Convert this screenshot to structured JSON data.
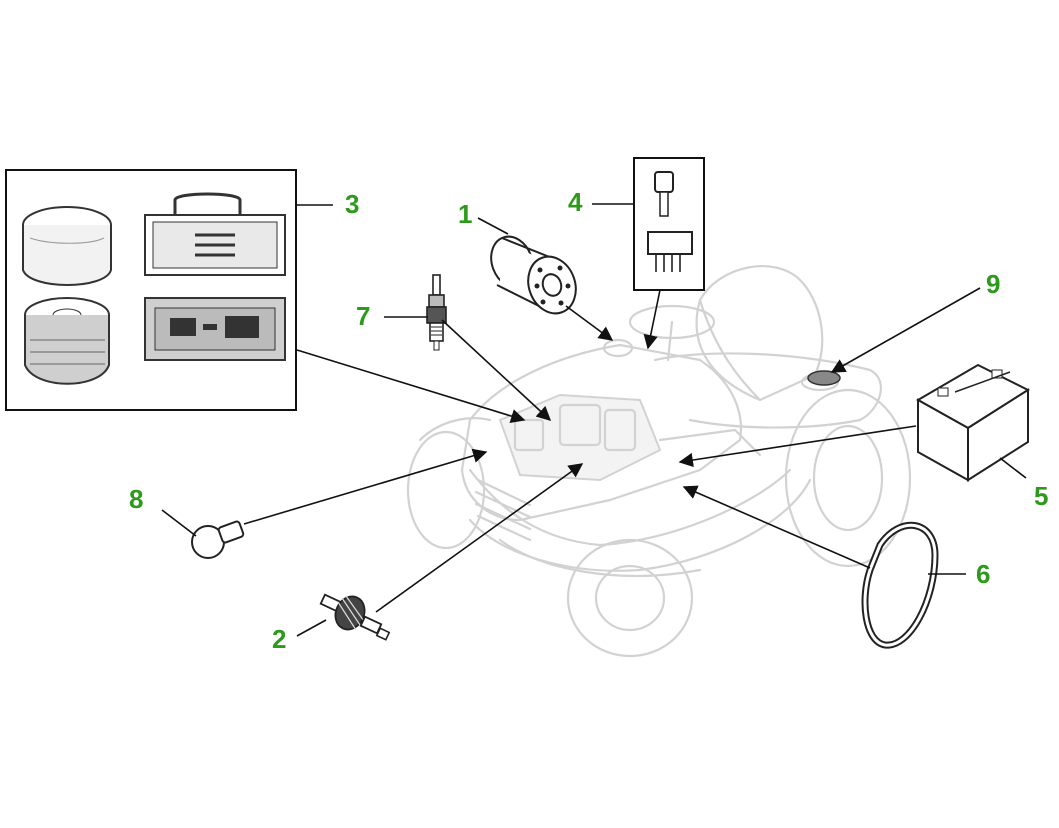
{
  "diagram": {
    "accent_color": "#2e9a1c",
    "callouts": [
      {
        "id": "1",
        "label": "1"
      },
      {
        "id": "2",
        "label": "2"
      },
      {
        "id": "3",
        "label": "3"
      },
      {
        "id": "4",
        "label": "4"
      },
      {
        "id": "5",
        "label": "5"
      },
      {
        "id": "6",
        "label": "6"
      },
      {
        "id": "7",
        "label": "7"
      },
      {
        "id": "8",
        "label": "8"
      },
      {
        "id": "9",
        "label": "9"
      }
    ]
  }
}
